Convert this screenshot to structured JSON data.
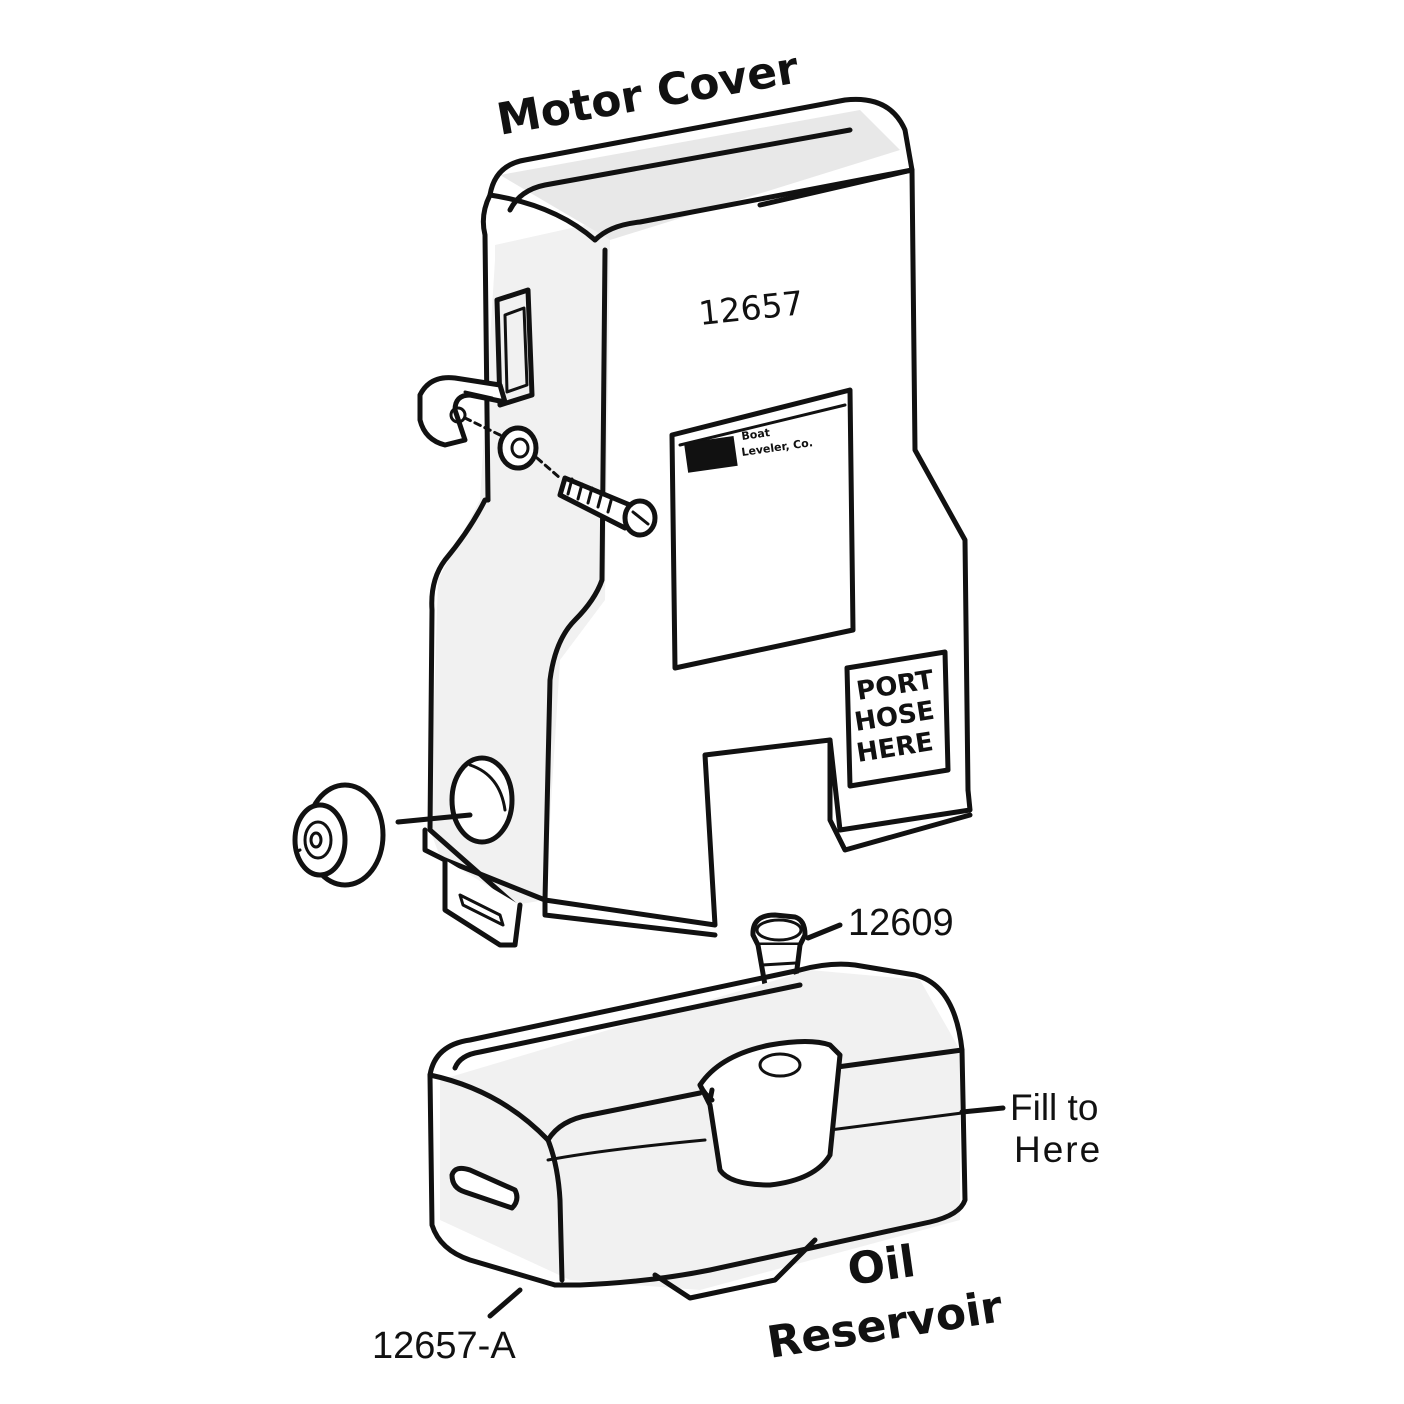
{
  "labels": {
    "motor_cover": "Motor Cover",
    "part_cover": "12657",
    "plate_brand_line1": "Boat",
    "plate_brand_line2": "Leveler, Co.",
    "port_line1": "PORT",
    "port_line2": "HOSE",
    "port_line3": "HERE",
    "part_plug": "12609",
    "fill_line1": "Fill to",
    "fill_line2": "Here",
    "oil_line1": "Oil",
    "oil_line2": "Reservoir",
    "part_reservoir": "12657-A"
  }
}
